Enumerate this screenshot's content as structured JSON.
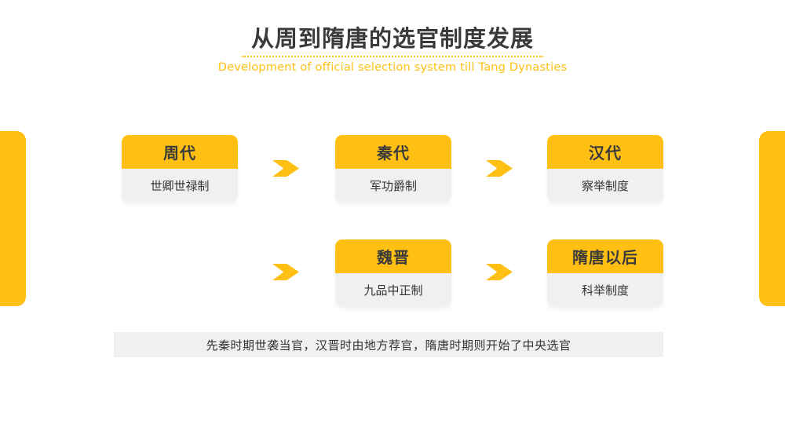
{
  "header": {
    "title": "从周到隋唐的选官制度发展",
    "subtitle": "Development of official selection system till Tang Dynasties"
  },
  "flow": {
    "boxes": [
      {
        "era": "周代",
        "system": "世卿世禄制"
      },
      {
        "era": "秦代",
        "system": "军功爵制"
      },
      {
        "era": "汉代",
        "system": "察举制度"
      },
      {
        "era": "魏晋",
        "system": "九品中正制"
      },
      {
        "era": "隋唐以后",
        "system": "科举制度"
      }
    ],
    "arrow_icon": "notched-chevron-right"
  },
  "footer": {
    "text": "先秦时期世袭当官，汉晋时由地方荐官，隋唐时期则开始了中央选官"
  },
  "colors": {
    "accent_yellow": "#FFC013",
    "panel_gray": "#F0F0F0",
    "title_text": "#3A3A3A",
    "body_text": "#333333",
    "background": "#FFFFFF"
  }
}
